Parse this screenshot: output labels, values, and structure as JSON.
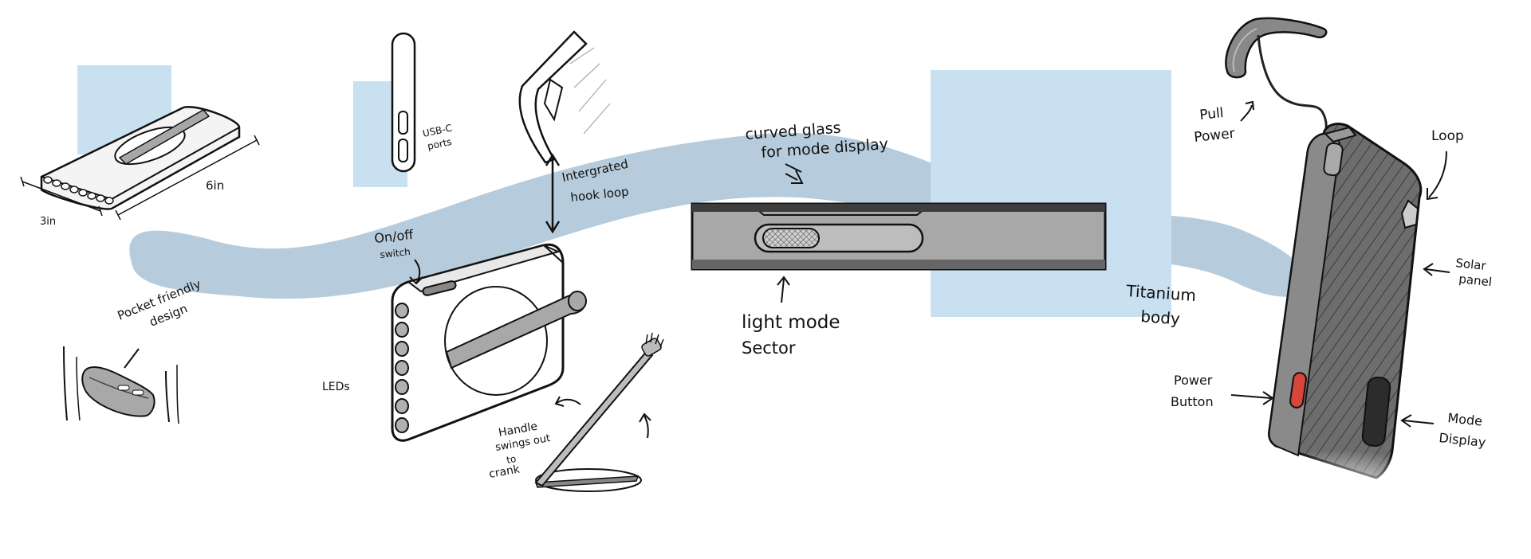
{
  "labels": {
    "width": "6in",
    "depth": "3in",
    "usbc_line1": "USB-C",
    "usbc_line2": "ports",
    "hook_line1": "Intergrated",
    "hook_line2": "hook loop",
    "glass_line1": "curved glass",
    "glass_line2": "for mode display",
    "onoff_line1": "On/off",
    "onoff_line2": "switch",
    "pocket_line1": "Pocket friendly",
    "pocket_line2": "design",
    "leds": "LEDs",
    "handle_line1": "Handle",
    "handle_line2": "swings out",
    "handle_line3": "to",
    "handle_line4": "crank",
    "lightmode_line1": "light mode",
    "lightmode_line2": "Sector",
    "titanium_line1": "Titanium",
    "titanium_line2": "body",
    "pull_line1": "Pull",
    "pull_line2": "Power",
    "loop": "Loop",
    "solar_line1": "Solar",
    "solar_line2": "panel",
    "power_line1": "Power",
    "power_line2": "Button",
    "mode_line1": "Mode",
    "mode_line2": "Display"
  },
  "colors": {
    "ribbon": "#b6ccdc",
    "block": "#c8e0ef",
    "ink": "#111111",
    "body_gray": "#7a7a7a",
    "dark_gray": "#555555",
    "light_gray": "#c4c4c4",
    "power_red": "#d9453a"
  }
}
